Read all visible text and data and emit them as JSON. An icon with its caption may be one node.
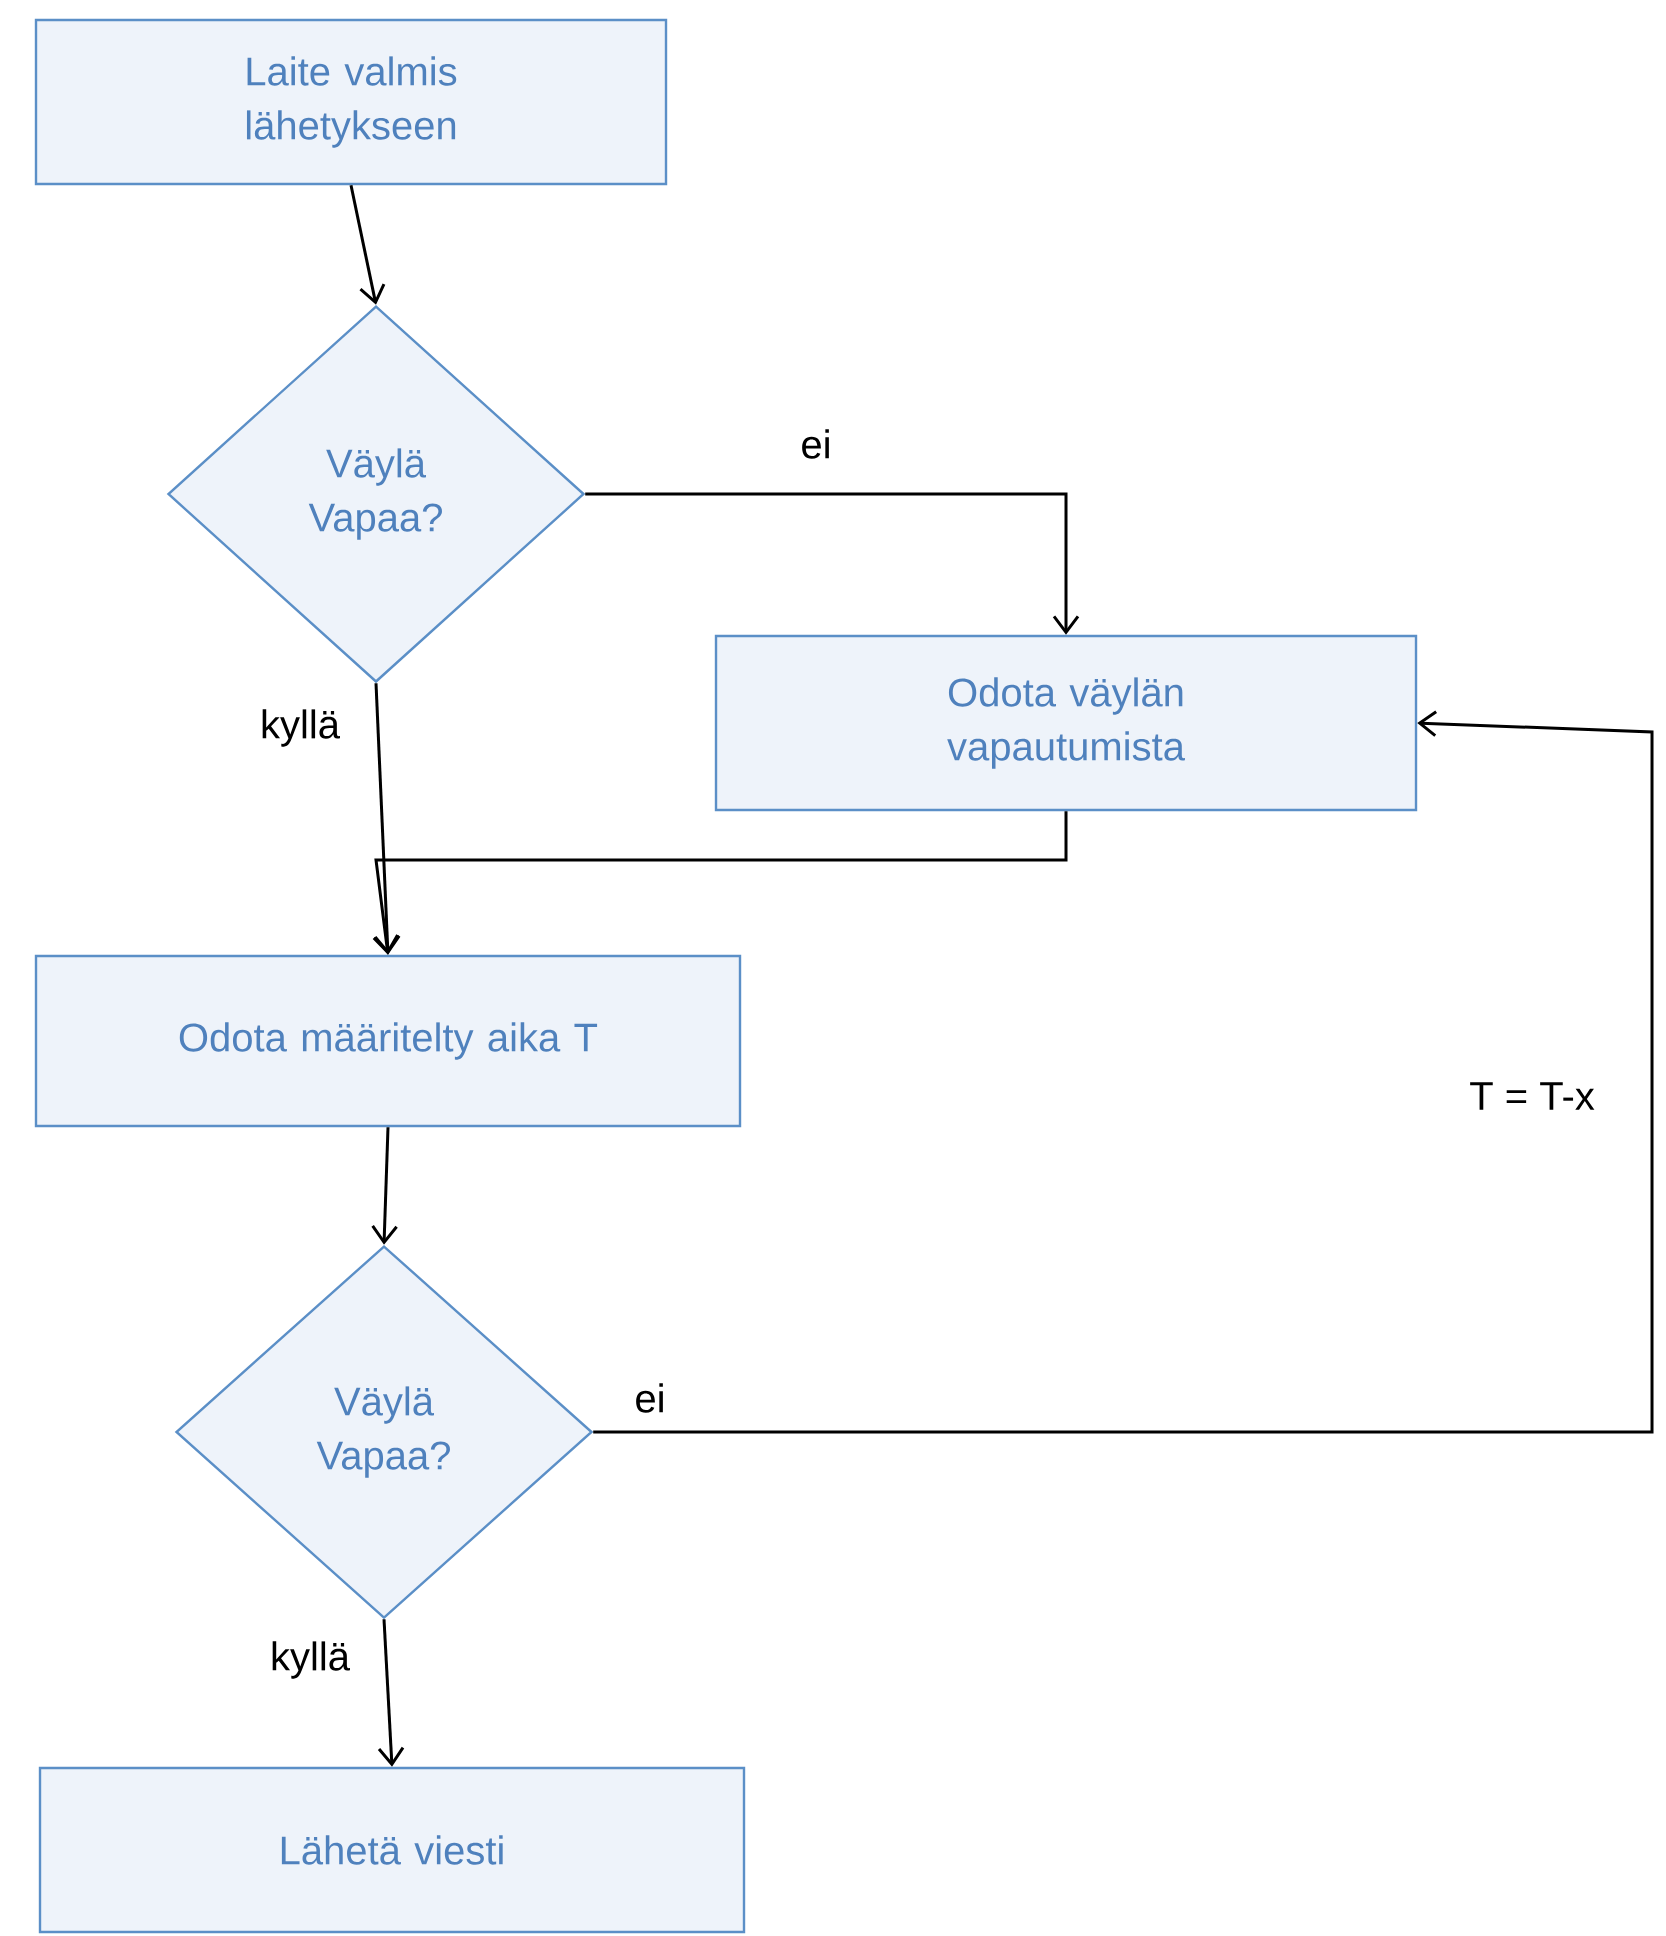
{
  "diagram": {
    "nodes": [
      {
        "text": [
          "Laite valmis lähetykseen"
        ]
      },
      {
        "text": [
          "Väylä Vapaa?"
        ]
      },
      {
        "text": [
          "Odota väylän vapautumista"
        ]
      },
      {
        "text": [
          "Odota määritelty aika T"
        ]
      },
      {
        "text": [
          "Väylä Vapaa?"
        ]
      },
      {
        "text": [
          "Lähetä viesti"
        ]
      }
    ],
    "edges": [
      {
        "from": 0,
        "to": 1,
        "arrow": "to"
      },
      {
        "from": 1,
        "to": 2,
        "arrow": "to",
        "label": "ei"
      },
      {
        "from": 1,
        "to": 3,
        "arrow": "to",
        "label": "kyllä"
      },
      {
        "from": 2,
        "to": 3,
        "arrow": "to"
      },
      {
        "from": 3,
        "to": 4,
        "arrow": "to"
      },
      {
        "from": 4,
        "to": 2,
        "arrow": "to",
        "label": "ei"
      },
      {
        "from": 4,
        "to": 5,
        "arrow": "to",
        "label": "kyllä"
      }
    ],
    "labels": [
      "T = T-x"
    ]
  }
}
